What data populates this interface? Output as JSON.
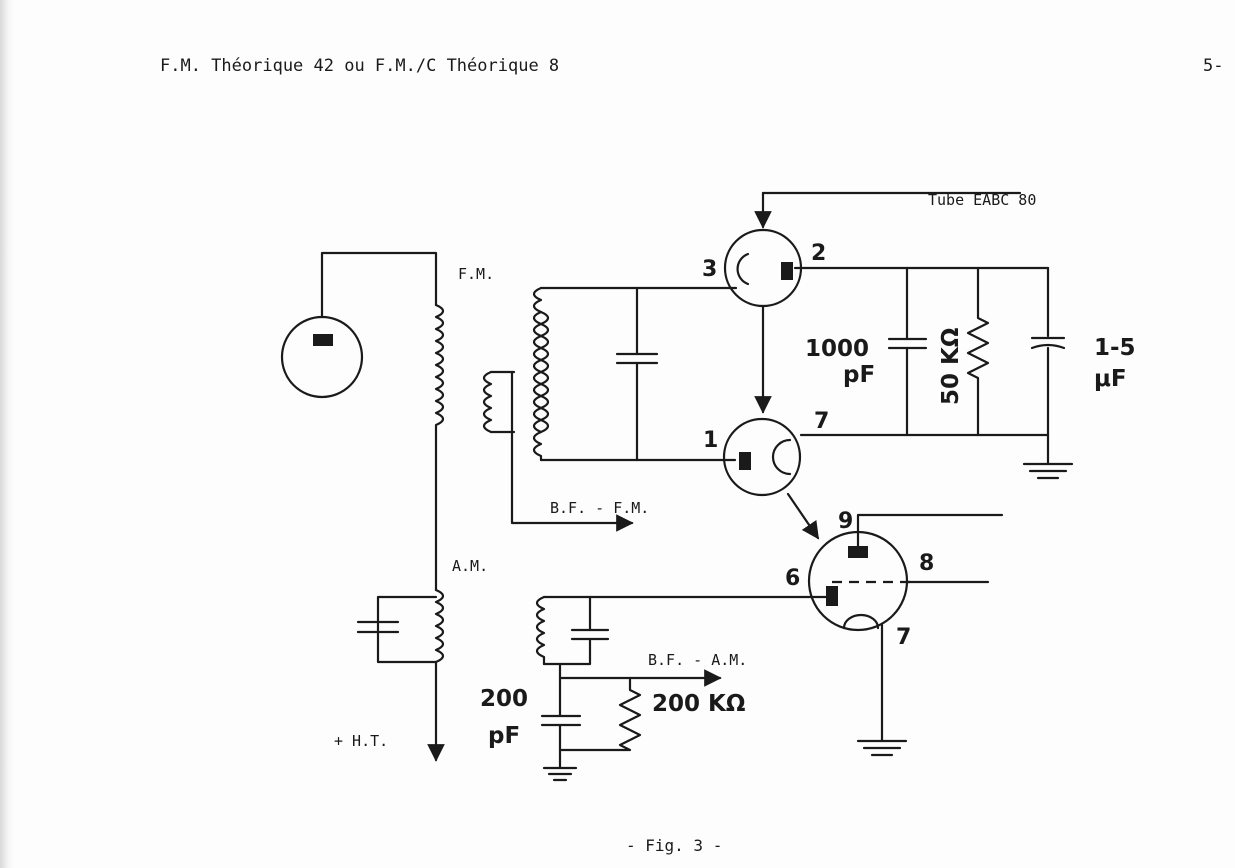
{
  "header": {
    "left": "F.M. Théorique 42  ou  F.M./C Théorique 8",
    "right": "5-"
  },
  "labels": {
    "tube": "Tube EABC 80",
    "fm": "F.M.",
    "am": "A.M.",
    "bf_fm": "B.F. - F.M.",
    "bf_am": "B.F. - A.M.",
    "ht": "+ H.T."
  },
  "pins": {
    "p1": "1",
    "p2": "2",
    "p3": "3",
    "p6": "6",
    "p7_top": "7",
    "p7_bottom": "7",
    "p8": "8",
    "p9": "9"
  },
  "values": {
    "c1000_line1": "1000",
    "c1000_line2": "pF",
    "r50k": "50 KΩ",
    "c15_line1": "1-5",
    "c15_line2": "μF",
    "c200_line1": "200",
    "c200_line2": "pF",
    "r200k": "200 KΩ"
  },
  "caption": "- Fig. 3 -"
}
